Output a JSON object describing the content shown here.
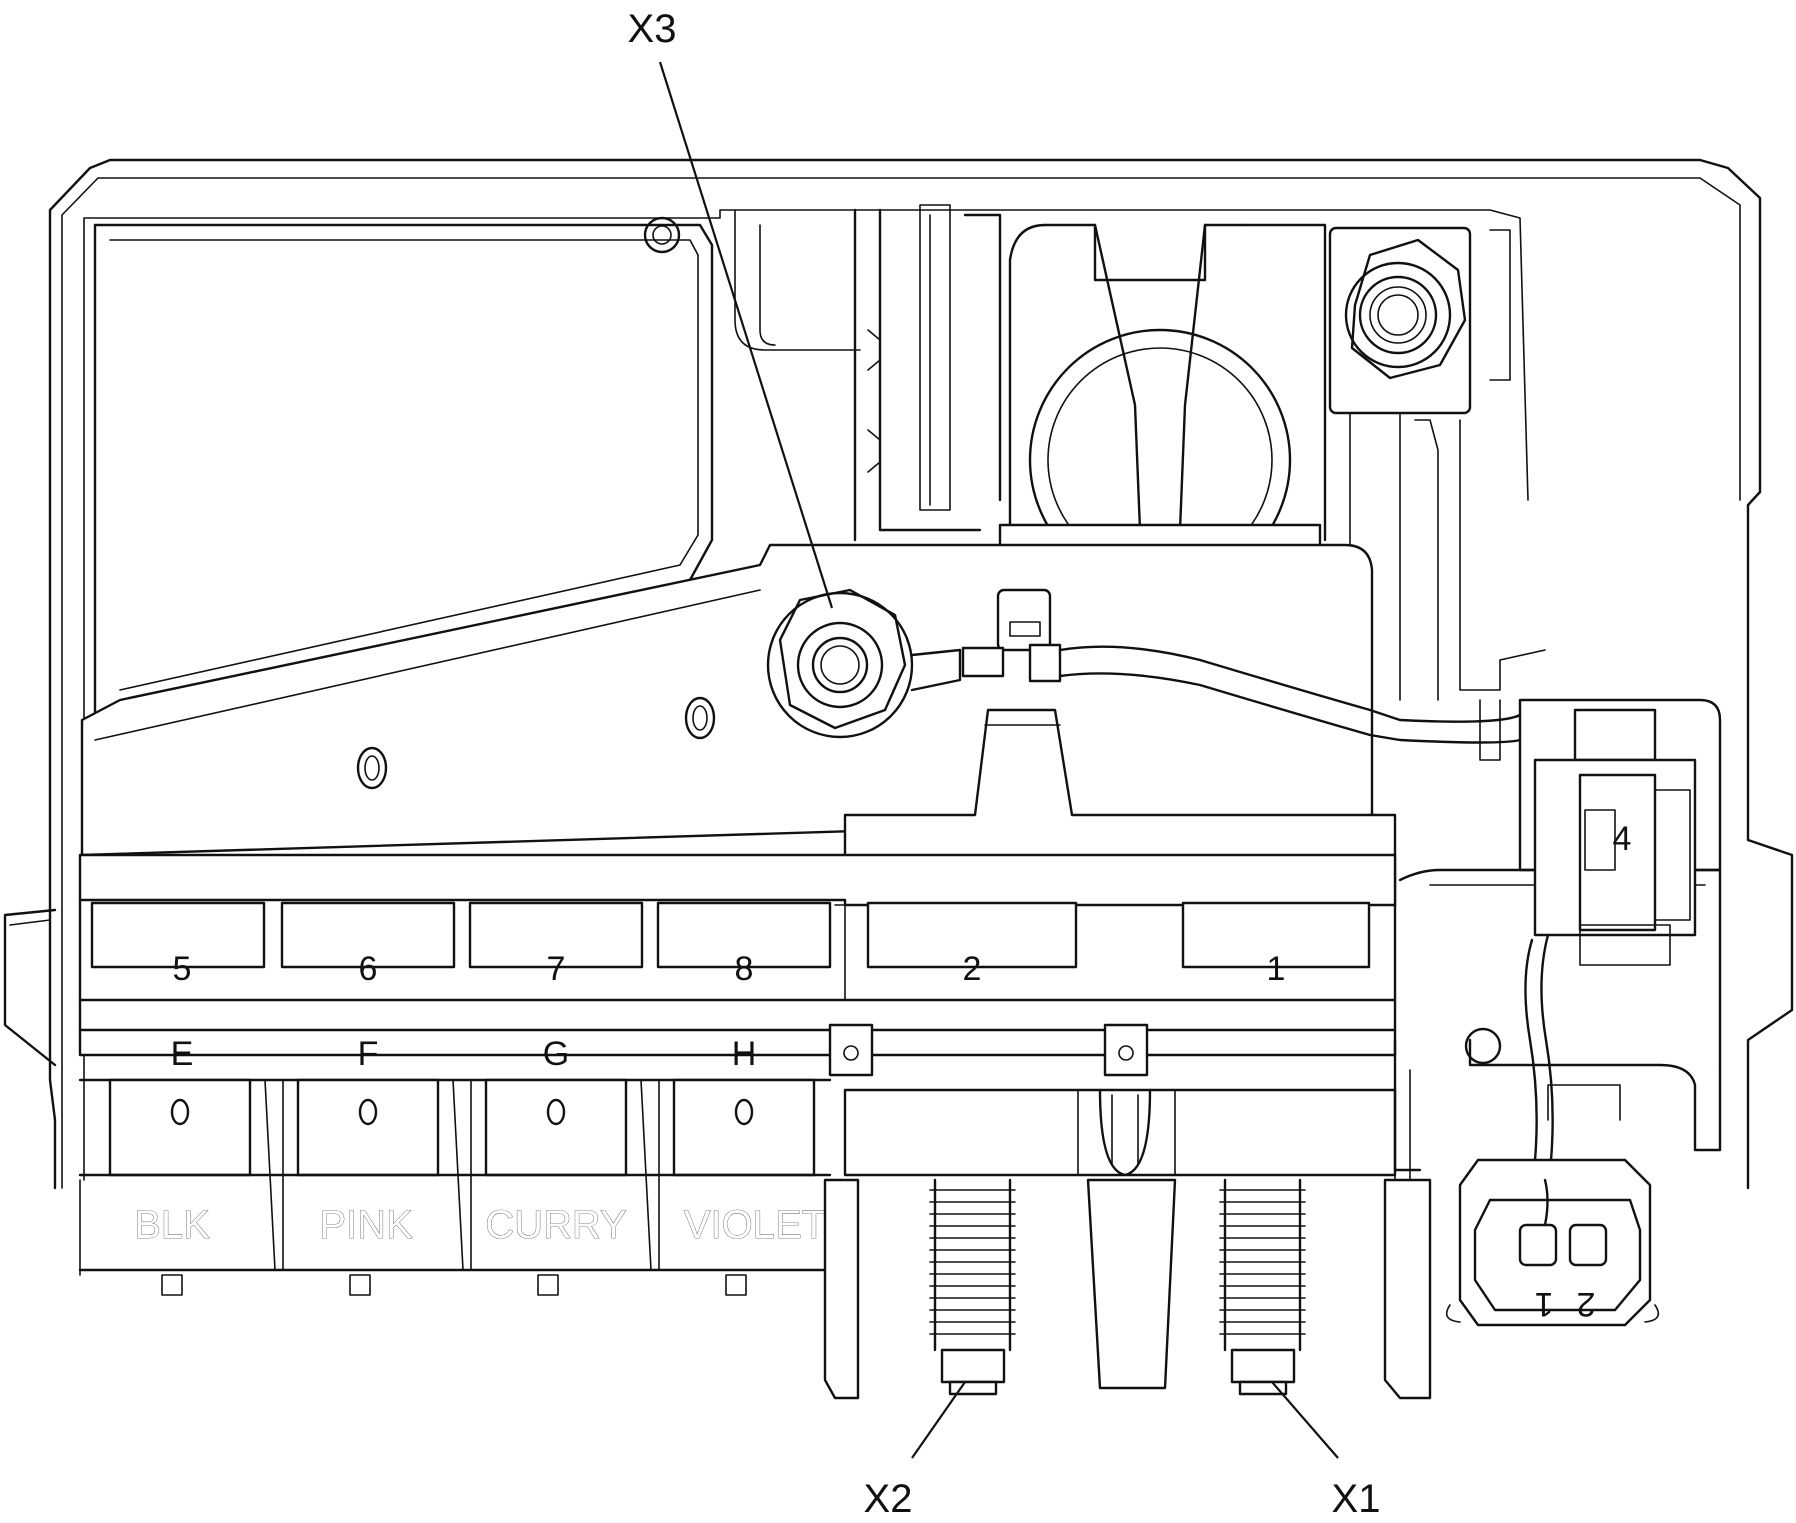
{
  "callouts": {
    "x3": "X3",
    "x2": "X2",
    "x1": "X1",
    "connector_4": "4"
  },
  "slots": [
    {
      "number": "5",
      "letter": "E",
      "color": "BLK"
    },
    {
      "number": "6",
      "letter": "F",
      "color": "PINK"
    },
    {
      "number": "7",
      "letter": "G",
      "color": "CURRY"
    },
    {
      "number": "8",
      "letter": "H",
      "color": "VIOLET"
    }
  ],
  "big_slots": {
    "left": "2",
    "right": "1"
  },
  "connector_pins": {
    "pin_2": "2",
    "pin_1": "1"
  }
}
